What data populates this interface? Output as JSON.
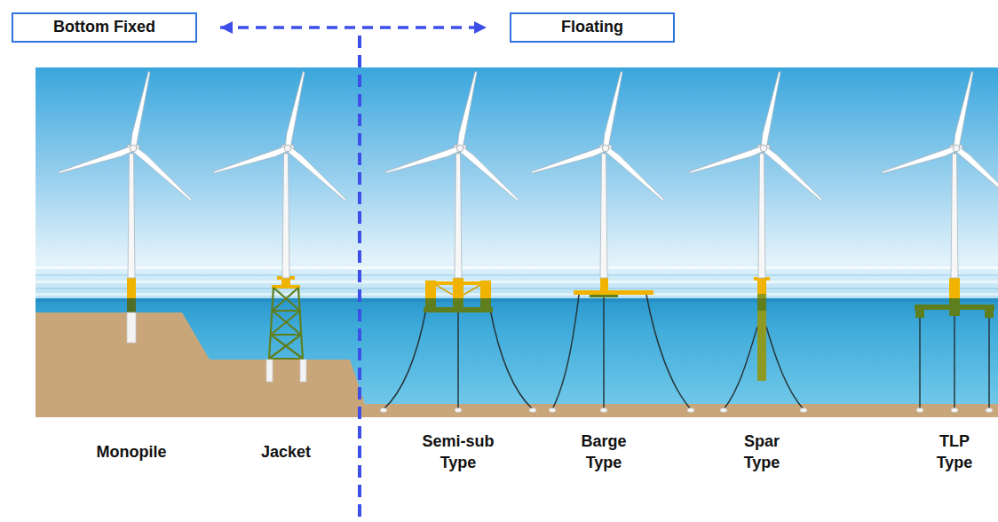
{
  "diagram": {
    "nodes": [
      {
        "text": [
          "Bottom Fixed"
        ]
      },
      {
        "text": [
          "Floating"
        ]
      }
    ],
    "edges": [
      {
        "from": 0,
        "to": 1,
        "arrow": "both"
      }
    ],
    "labels": [
      "Monopile",
      "Jacket",
      "Semi-sub Type",
      "Barge Type",
      "Spar Type",
      "TLP Type"
    ]
  }
}
